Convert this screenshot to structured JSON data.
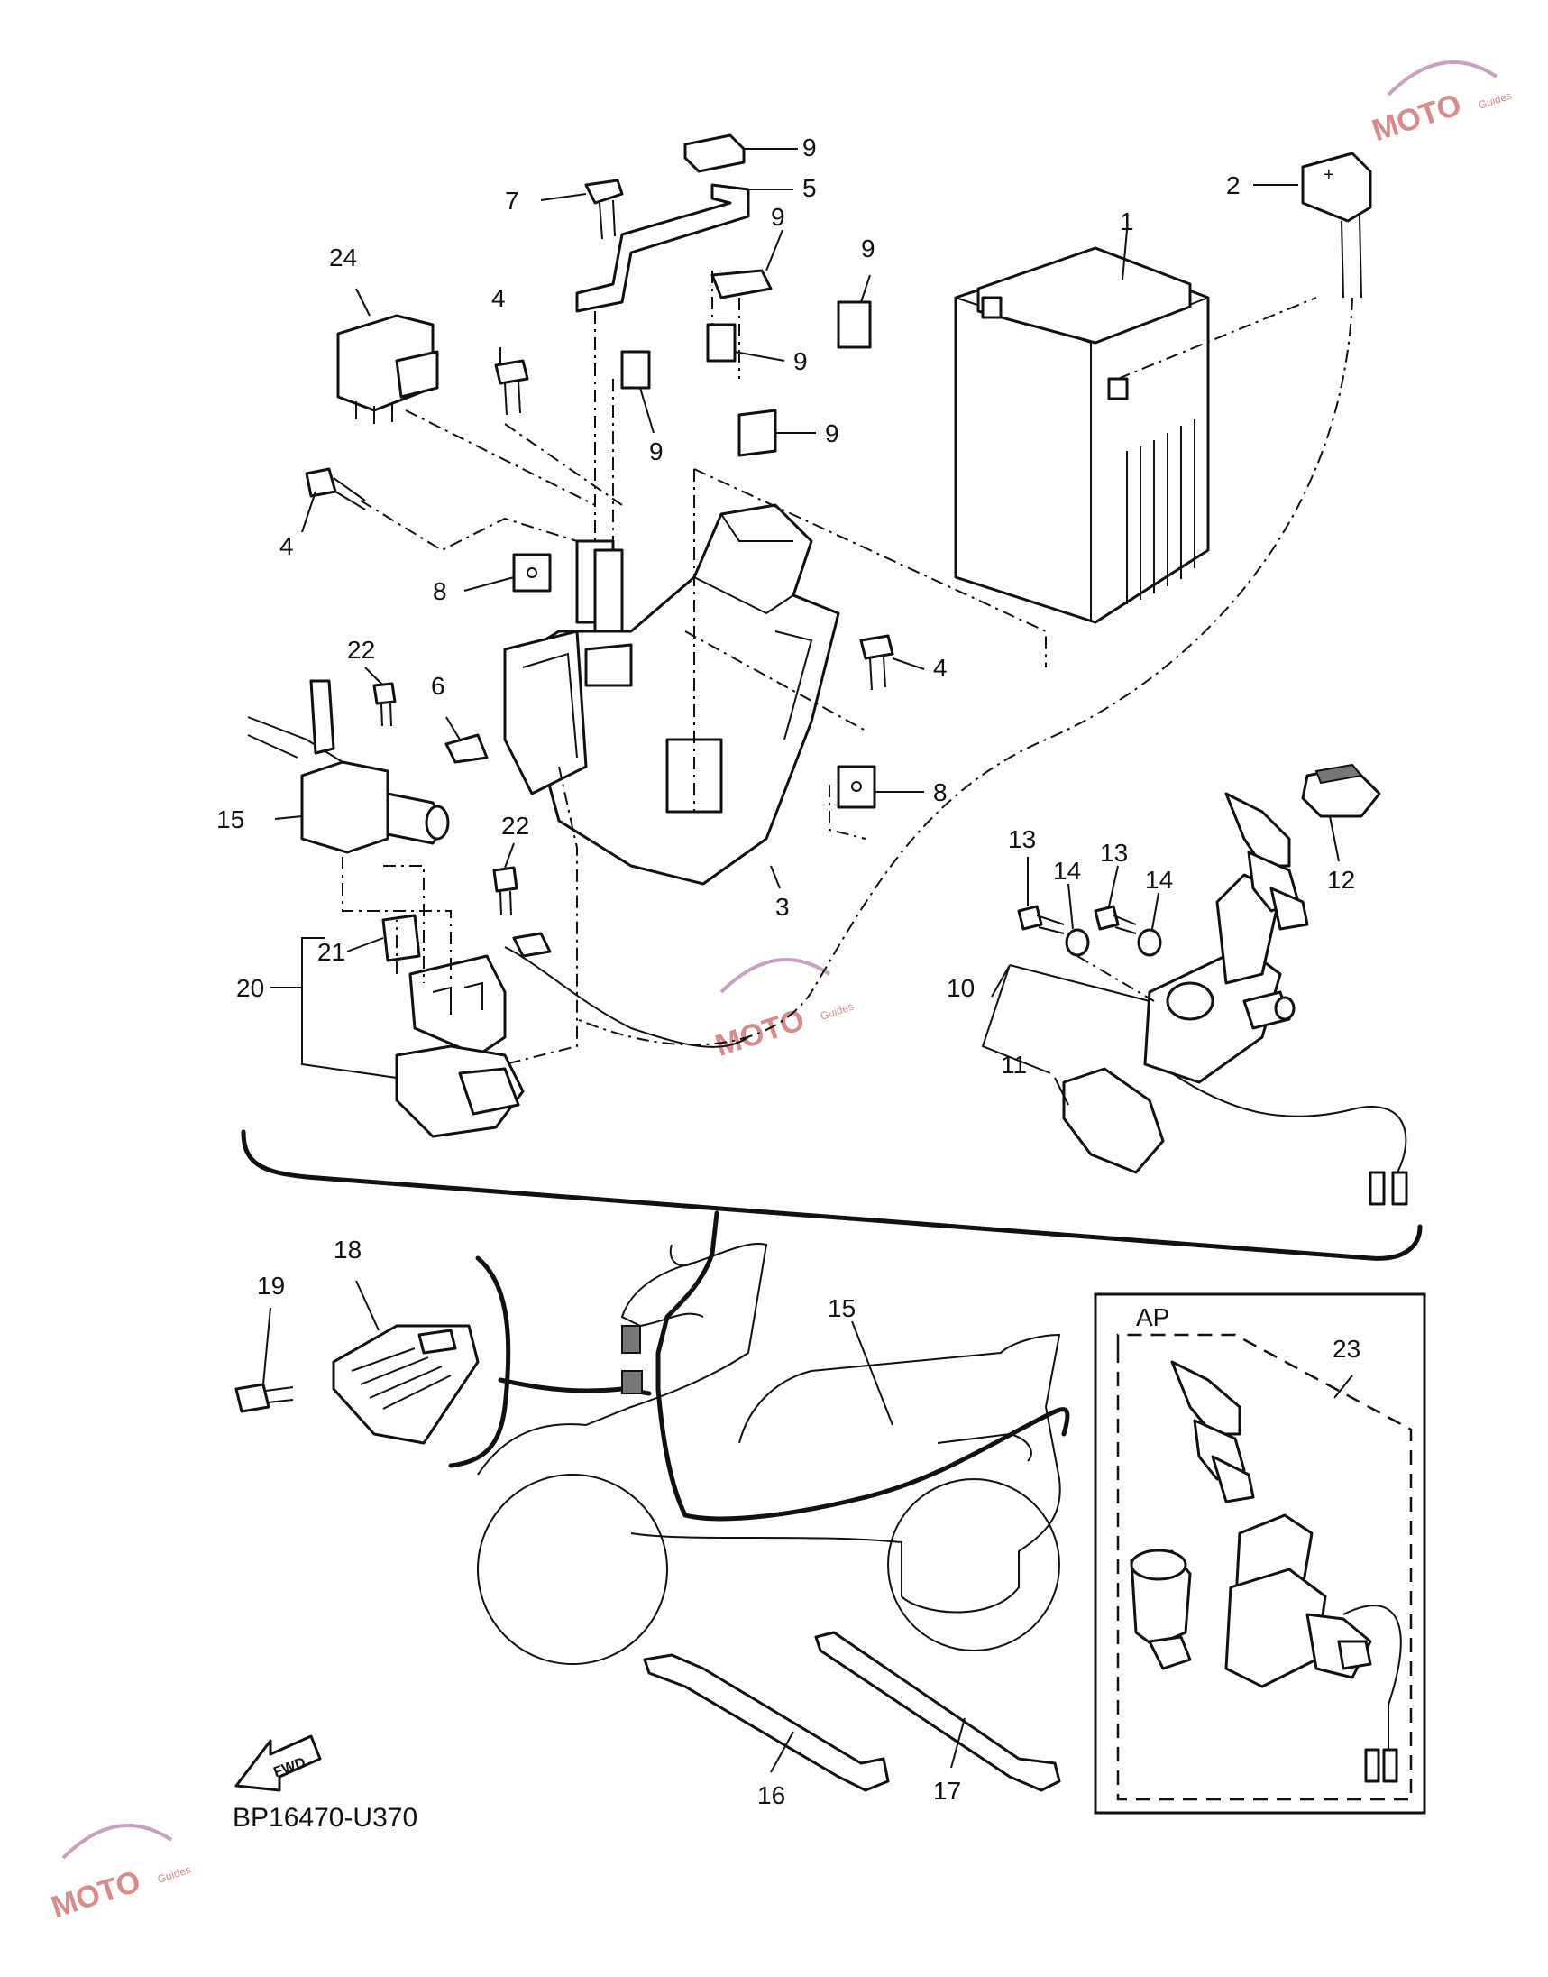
{
  "diagram": {
    "code": "BP16470-U370",
    "fwd_label": "FWD",
    "kit_label": "AP",
    "watermark_text": "MOTO",
    "watermark_sub": "Guides",
    "callouts": [
      "1",
      "2",
      "3",
      "4",
      "4",
      "4",
      "5",
      "6",
      "7",
      "8",
      "8",
      "9",
      "9",
      "9",
      "9",
      "9",
      "9",
      "10",
      "11",
      "12",
      "13",
      "13",
      "14",
      "14",
      "15",
      "15",
      "16",
      "17",
      "18",
      "19",
      "20",
      "21",
      "22",
      "22",
      "23",
      "24"
    ],
    "battery_terminal_sign": "+"
  }
}
